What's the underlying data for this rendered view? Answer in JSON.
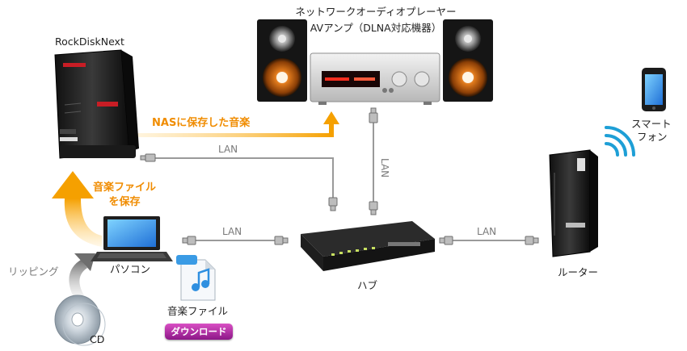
{
  "labels": {
    "player_line1": "ネットワークオーディオプレーヤー",
    "player_line2": "AVアンプ（DLNA対応機器）",
    "nas": "RockDiskNext",
    "nas_save": "NASに保存した音楽",
    "lan": "LAN",
    "music_save_line1": "音楽ファイル",
    "music_save_line2": "を保存",
    "ripping": "リッピング",
    "pc": "パソコン",
    "music_file": "音楽ファイル",
    "download": "ダウンロード",
    "cd": "CD",
    "hub": "ハブ",
    "router": "ルーター",
    "smartphone_line1": "スマート",
    "smartphone_line2": "フォン"
  },
  "colors": {
    "flow_arrow": "#f5a000",
    "cable": "#9a9a9a",
    "wifi": "#1e9fd6",
    "download_badge": "#b2329f"
  }
}
